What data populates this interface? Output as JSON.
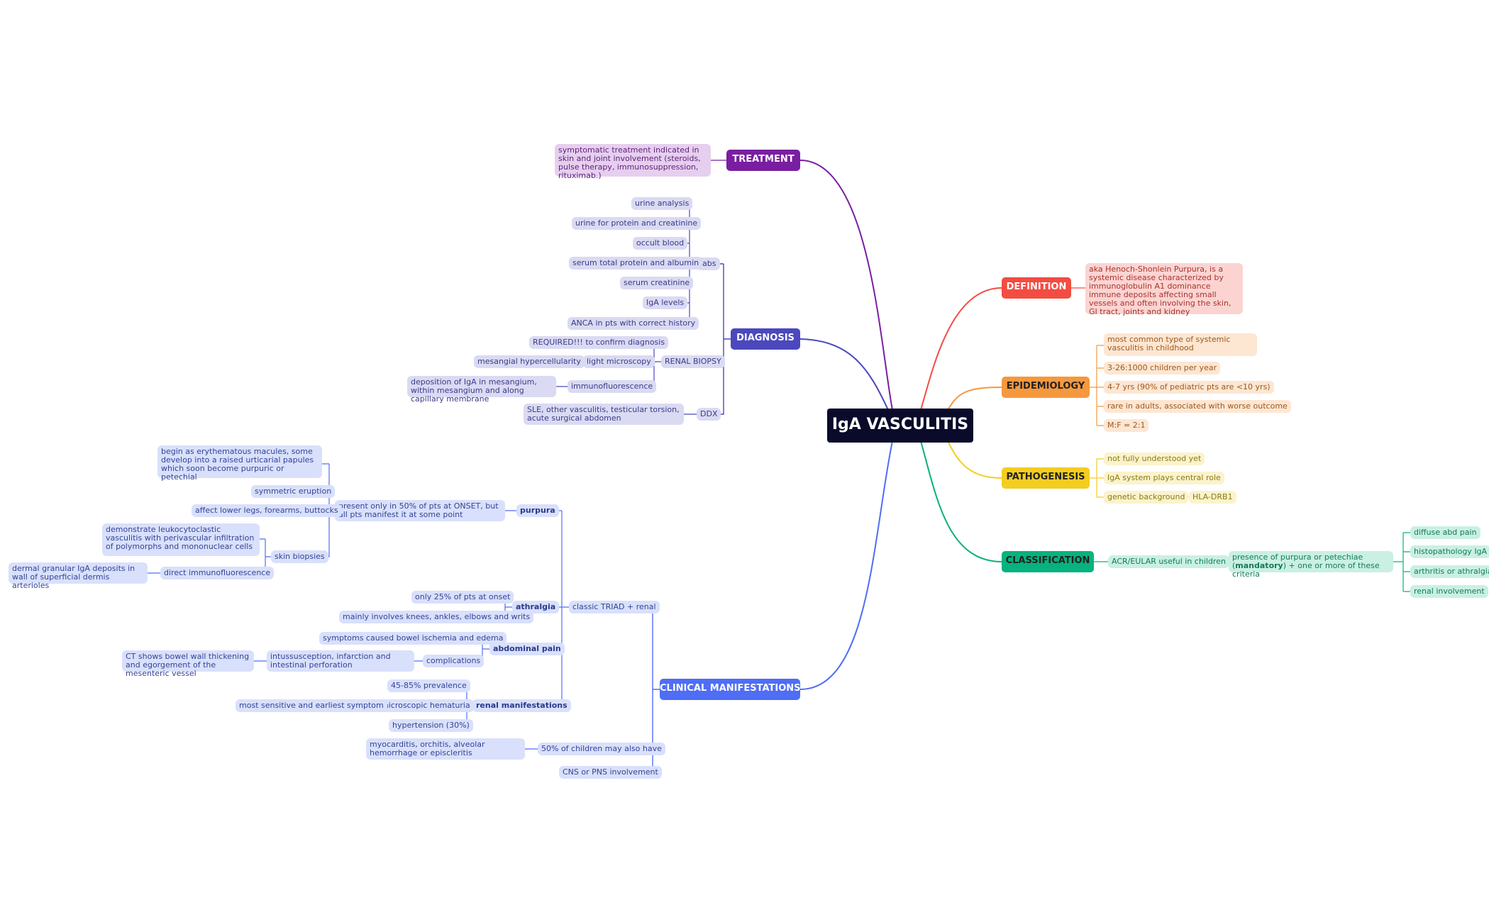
{
  "root": "IgA VASCULITIS",
  "colors": {
    "treatment": "#7a1ea1",
    "diagnosis": "#4b48bd",
    "clinical": "#4f6df5",
    "definition": "#f34c42",
    "epidemiology": "#f6983e",
    "pathogenesis": "#f3cd21",
    "classification": "#07b27e"
  },
  "treatment": {
    "label": "TREATMENT",
    "note": "symptomatic treatment indicated in skin and joint involvement (steroids, pulse therapy, immunosuppression, rituximab.)"
  },
  "diagnosis": {
    "label": "DIAGNOSIS",
    "labs": {
      "label": "labs",
      "items": [
        "urine analysis",
        "urine for protein and creatinine",
        "occult blood",
        "serum total protein and albumin",
        "serum creatinine",
        "IgA levels",
        "ANCA in pts with correct history"
      ]
    },
    "biopsy": {
      "label": "RENAL BIOPSY",
      "required": "REQUIRED!!! to confirm diagnosis",
      "light": "light microscopy",
      "mesangial": "mesangial hypercellularity",
      "immuno": "immunofluorescence",
      "deposition": "deposition of IgA in mesangium, within mesangium and along capillary membrane"
    },
    "ddx": {
      "label": "DDX",
      "text": "SLE, other vasculitis, testicular torsion, acute surgical abdomen"
    }
  },
  "clinical": {
    "label": "CLINICAL MANIFESTATIONS",
    "triad": "classic TRIAD + renal",
    "purpura": {
      "label": "purpura",
      "onset": "present only in 50% of pts at ONSET, but all pts manifest it at some point",
      "macules": "begin as erythematous macules, some develop into a raised urticarial papules which soon become purpuric or petechial",
      "symmetric": "symmetric eruption",
      "legs": "affect lower legs, forearms, buttocks",
      "biopsies": "skin biopsies",
      "leuko": "demonstrate leukocytoclastic vasculitis with perivascular infiltration of polymorphs and mononuclear cells",
      "direct": "direct immunofluorescence",
      "granular": "dermal granular IgA deposits in wall of superficial dermis arterioles"
    },
    "arthralgia": {
      "label": "athralgia",
      "only": "only 25% of pts at onset",
      "knees": "mainly involves knees, ankles, elbows and writs"
    },
    "abdominal": {
      "label": "abdominal pain",
      "ischemia": "symptoms caused bowel ischemia and edema",
      "complications": "complications",
      "intuss": "intussusception, infarction and intestinal perforation",
      "ct": "CT shows bowel wall thickening and egorgement of the mesenteric vessel"
    },
    "renal": {
      "label": "renal manifestations",
      "prevalence": "45-85% prevalence",
      "hematuria": "microscopic hematuria",
      "sensitive": "most sensitive and earliest symptom",
      "hypertension": "hypertension (30%)"
    },
    "children": "50% of children may also have",
    "myocarditis": "myocarditis, orchitis, alveolar hemorrhage or episcleritis",
    "cns": "CNS or PNS involvement"
  },
  "definition": {
    "label": "DEFINITION",
    "text": "aka Henoch-Shonlein Purpura, is a systemic disease characterized by immunoglobulin A1 dominance immune deposits affecting small vessels and often involving the skin, GI tract, joints and kidney"
  },
  "epidemiology": {
    "label": "EPIDEMIOLOGY",
    "items": [
      "most common type of systemic vasculitis in childhood",
      "3-26:1000 children per year",
      "4-7 yrs (90% of pediatric pts are <10 yrs)",
      "rare in adults, associated with worse outcome",
      "M:F = 2:1"
    ]
  },
  "pathogenesis": {
    "label": "PATHOGENESIS",
    "items": [
      "not fully understood yet",
      "IgA system plays central role",
      "genetic background"
    ],
    "hla": "HLA-DRB1"
  },
  "classification": {
    "label": "CLASSIFICATION",
    "acr": "ACR/EULAR useful in children",
    "criteria_pre": "presence of purpura or petechiae (",
    "criteria_bold": "mandatory",
    "criteria_post": ") + one or more of these criteria",
    "items": [
      "diffuse abd pain",
      "histopathology IgA",
      "arthritis or athralgia",
      "renal involvement"
    ]
  }
}
